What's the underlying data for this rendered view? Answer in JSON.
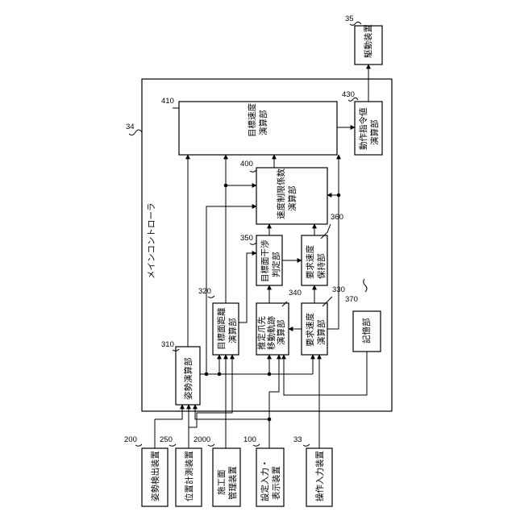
{
  "blocks": {
    "drive_device": {
      "text": "駆動装置",
      "ref": "35"
    },
    "main_controller": {
      "text": "メインコントローラ",
      "ref": "34"
    },
    "target_speed": {
      "lines": [
        "目標速度",
        "演算部"
      ],
      "ref": "410"
    },
    "motion_command": {
      "lines": [
        "動作指令値",
        "演算部"
      ],
      "ref": "430"
    },
    "speed_limit": {
      "lines": [
        "速度制限係数",
        "演算部"
      ],
      "ref": "400"
    },
    "target_interference": {
      "lines": [
        "目標面干渉",
        "判定部"
      ],
      "ref": "350"
    },
    "required_speed_hold": {
      "lines": [
        "要求速度",
        "保持部"
      ],
      "ref": "360"
    },
    "target_distance": {
      "lines": [
        "目標面距離",
        "演算部"
      ],
      "ref": "320"
    },
    "claw_trajectory": {
      "lines": [
        "推定爪先",
        "移動軌跡",
        "演算部"
      ],
      "ref": "340"
    },
    "required_speed_calc": {
      "lines": [
        "要求速度",
        "演算部"
      ],
      "ref": "330"
    },
    "storage": {
      "text": "記憶部",
      "ref": "370"
    },
    "posture_calc": {
      "text": "姿勢演算部",
      "ref": "310"
    },
    "posture_detector": {
      "text": "姿勢検出装置",
      "ref": "200"
    },
    "position_meter": {
      "text": "位置計測装置",
      "ref": "250"
    },
    "surface_manager": {
      "lines": [
        "施工面",
        "管理装置"
      ],
      "ref": "2000"
    },
    "setting_input": {
      "lines": [
        "設定入力・",
        "表示装置"
      ],
      "ref": "100"
    },
    "operation_input": {
      "text": "操作入力装置",
      "ref": "33"
    }
  }
}
